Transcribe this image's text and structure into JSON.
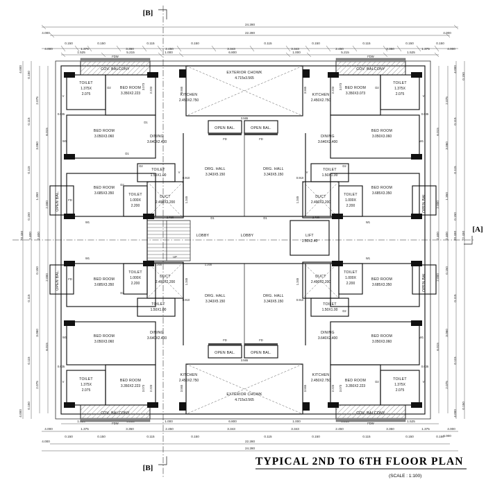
{
  "drawing": {
    "title": "TYPICAL 2ND TO 6TH FLOOR PLAN",
    "scale": "(SCALE : 1:100)",
    "section_marker_top": "[B]",
    "section_marker_bottom": "[B]",
    "section_marker_right": "[A]"
  },
  "rooms": {
    "toilet_small": {
      "name": "TOILET",
      "dim": "1.375X",
      "dim2": "2.075"
    },
    "bedroom_a": {
      "name": "BED ROOM",
      "dim": "3.350X2.223"
    },
    "bedroom_b": {
      "name": "BED ROOM",
      "dim": "3.050X3.060"
    },
    "bedroom_c": {
      "name": "BED ROOM",
      "dim": "3.685X3.350"
    },
    "bedroom_d": {
      "name": "BED ROOM",
      "dim": "3.350X3.073"
    },
    "kitchen": {
      "name": "KITCHEN",
      "dim": "2.450X2.750"
    },
    "dining": {
      "name": "DINING",
      "dim": "3.640X2.400"
    },
    "drg_hall": {
      "name": "DRG. HALL",
      "dim": "3.343X5.150"
    },
    "toilet_mid": {
      "name": "TOILET",
      "dim": "1.50X1.00"
    },
    "toilet_corner": {
      "name": "TOILET",
      "dim": "1.000X",
      "dim2": "2.200"
    },
    "duct": {
      "name": "DUCT",
      "dim": "2.490X2.200"
    },
    "lift": {
      "name": "LIFT",
      "dim": "1.50X2.40"
    },
    "lobby": {
      "name": "LOBBY"
    },
    "open_bal": {
      "name": "OPEN BAL."
    },
    "cov_balcony": {
      "name": "COV. BALCONY"
    },
    "exterior_chowk": {
      "name": "EXTERIOR CHOWK",
      "dim": "4.715x3.565"
    }
  },
  "labels": {
    "fdw": "FDW",
    "fd": "FD",
    "d1": "D1",
    "d2": "D2",
    "w1": "W1",
    "w2": "W2",
    "v": "V",
    "up": "UP"
  },
  "dimensions": {
    "overall_h_outer": "24.280",
    "overall_h_inner": "22.280",
    "overall_v_outer": "22.430",
    "overall_v_inner": "20.430",
    "horizontal_chain": [
      "4.000",
      "0.150",
      "1.375",
      "0.150",
      "3.350",
      "0.115",
      "2.450",
      "0.150",
      "3.343",
      "0.115",
      "3.343",
      "0.150",
      "2.450",
      "0.115",
      "3.350",
      "0.150",
      "1.375",
      "0.150",
      "4.000"
    ],
    "horizontal_chain_2": [
      "1.525",
      "5.215",
      "1.000",
      "6.800",
      "1.000",
      "5.215",
      "1.525"
    ],
    "vertical_chain": [
      "4.000",
      "0.150",
      "2.075",
      "0.115",
      "3.060",
      "0.115",
      "1.350",
      "0.150",
      "2.400"
    ],
    "vertical_group": [
      "6.015",
      "3.000",
      "2.000",
      "2.400"
    ],
    "misc": [
      "0.635",
      "1.200",
      "4.115",
      "3.565",
      "3.073",
      "2.223",
      "0.910",
      "2.490",
      "0.435",
      "3.343",
      "1.345",
      "1.000"
    ]
  },
  "colors": {
    "ink": "#111111",
    "dim": "#333333",
    "hatch": "#8a8a8a"
  }
}
